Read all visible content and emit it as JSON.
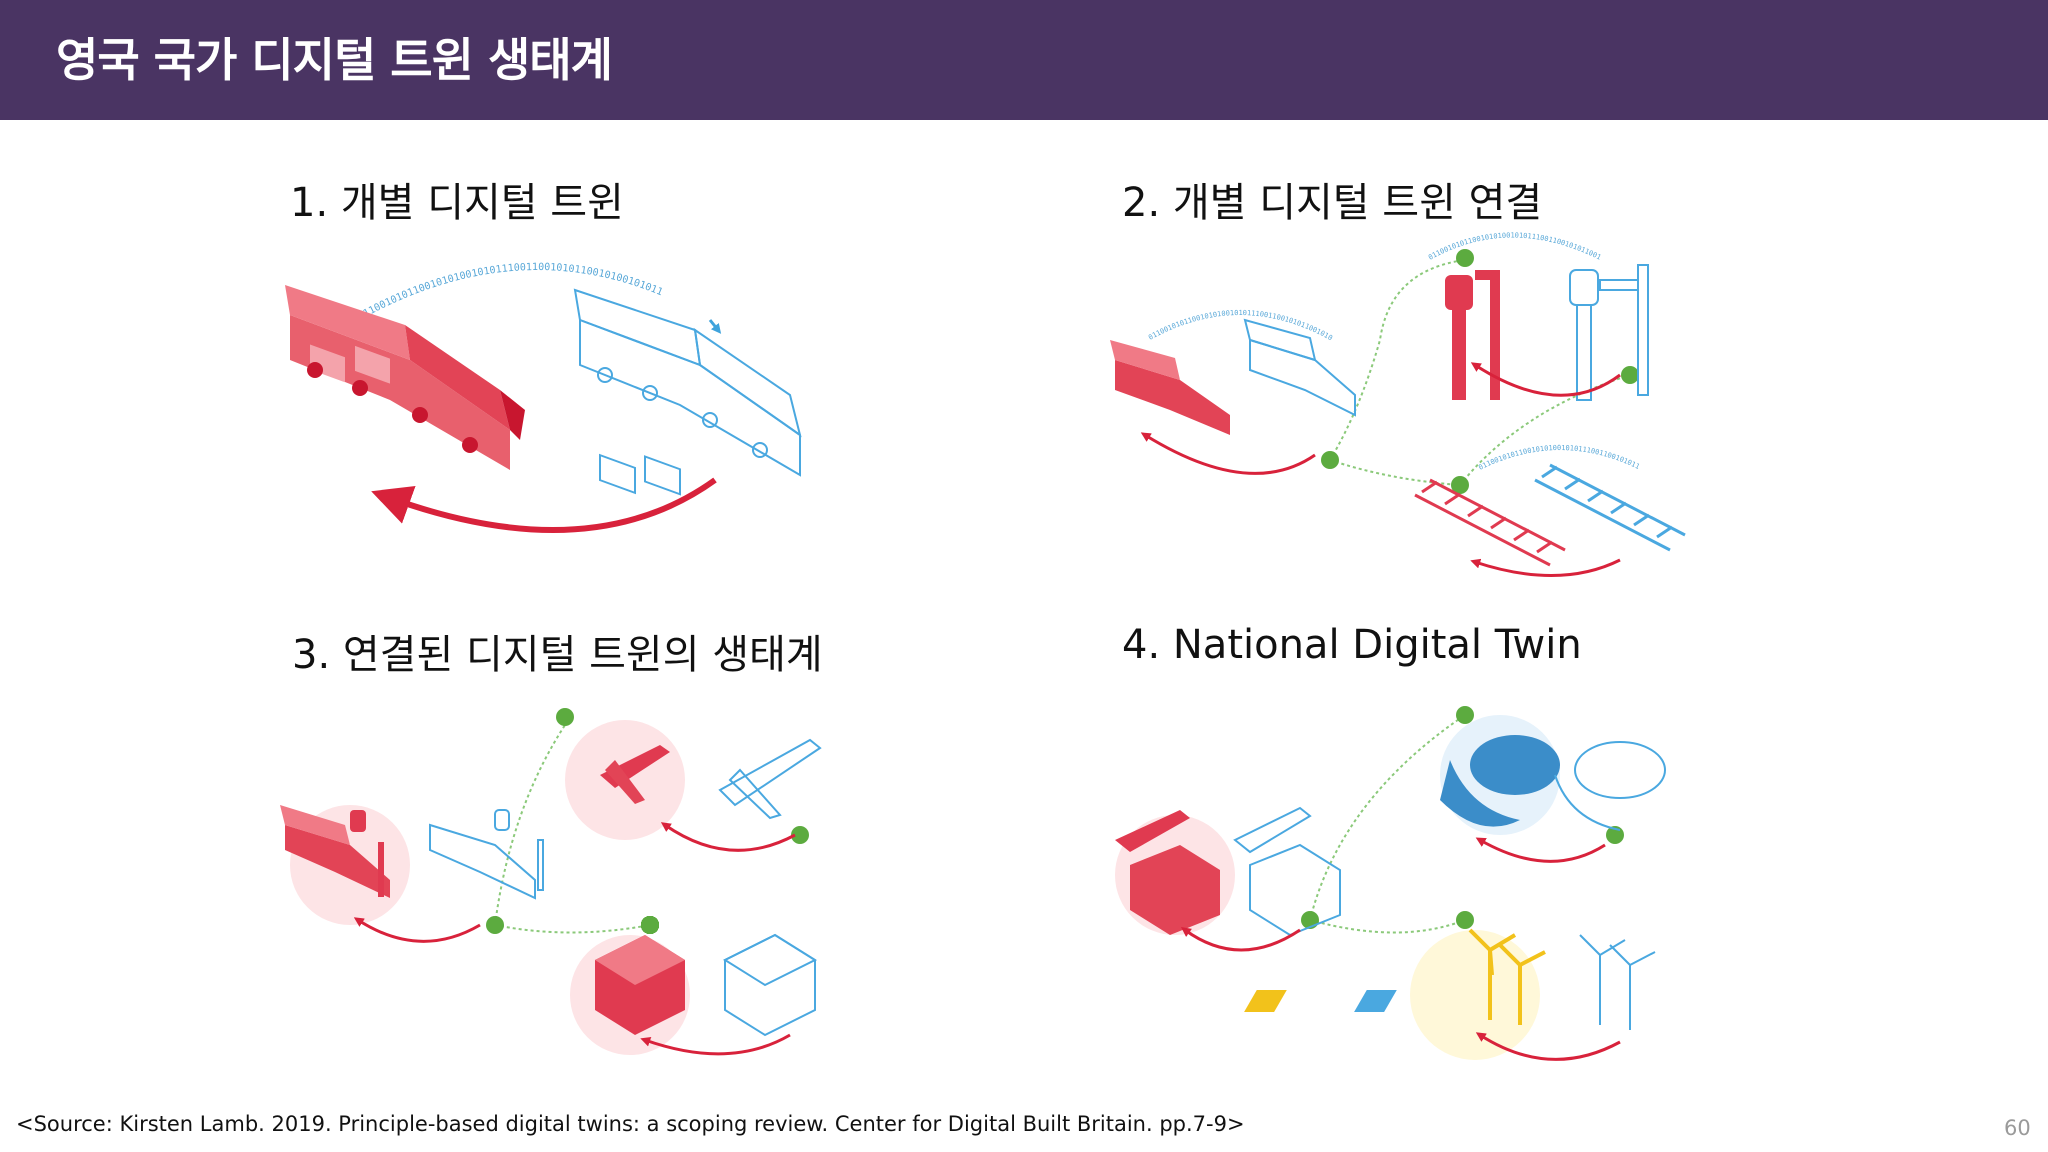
{
  "slide": {
    "title": "영국 국가 디지털 트윈 생태계",
    "page_number": "60",
    "source": "<Source: Kirsten Lamb. 2019. Principle-based digital twins: a scoping review. Center for Digital Built Britain. pp.7-9>"
  },
  "panels": [
    {
      "title": "1. 개별 디지털 트윈",
      "illustration": "train-twin-icon"
    },
    {
      "title": "2. 개별 디지털 트윈 연결",
      "illustration": "connected-rail-twins-icon"
    },
    {
      "title": "3. 연결된 디지털 트윈의 생태계",
      "illustration": "ecosystem-icon"
    },
    {
      "title": "4. National Digital Twin",
      "illustration": "national-twin-icon"
    }
  ],
  "binary_stream": "0110010101100101010010101110011001010110010100101011",
  "colors": {
    "header_bg": "#4a3463",
    "physical": "#e03a50",
    "digital": "#4aa8e0",
    "connector": "#5cab3f",
    "energy": "#f2c21b"
  }
}
